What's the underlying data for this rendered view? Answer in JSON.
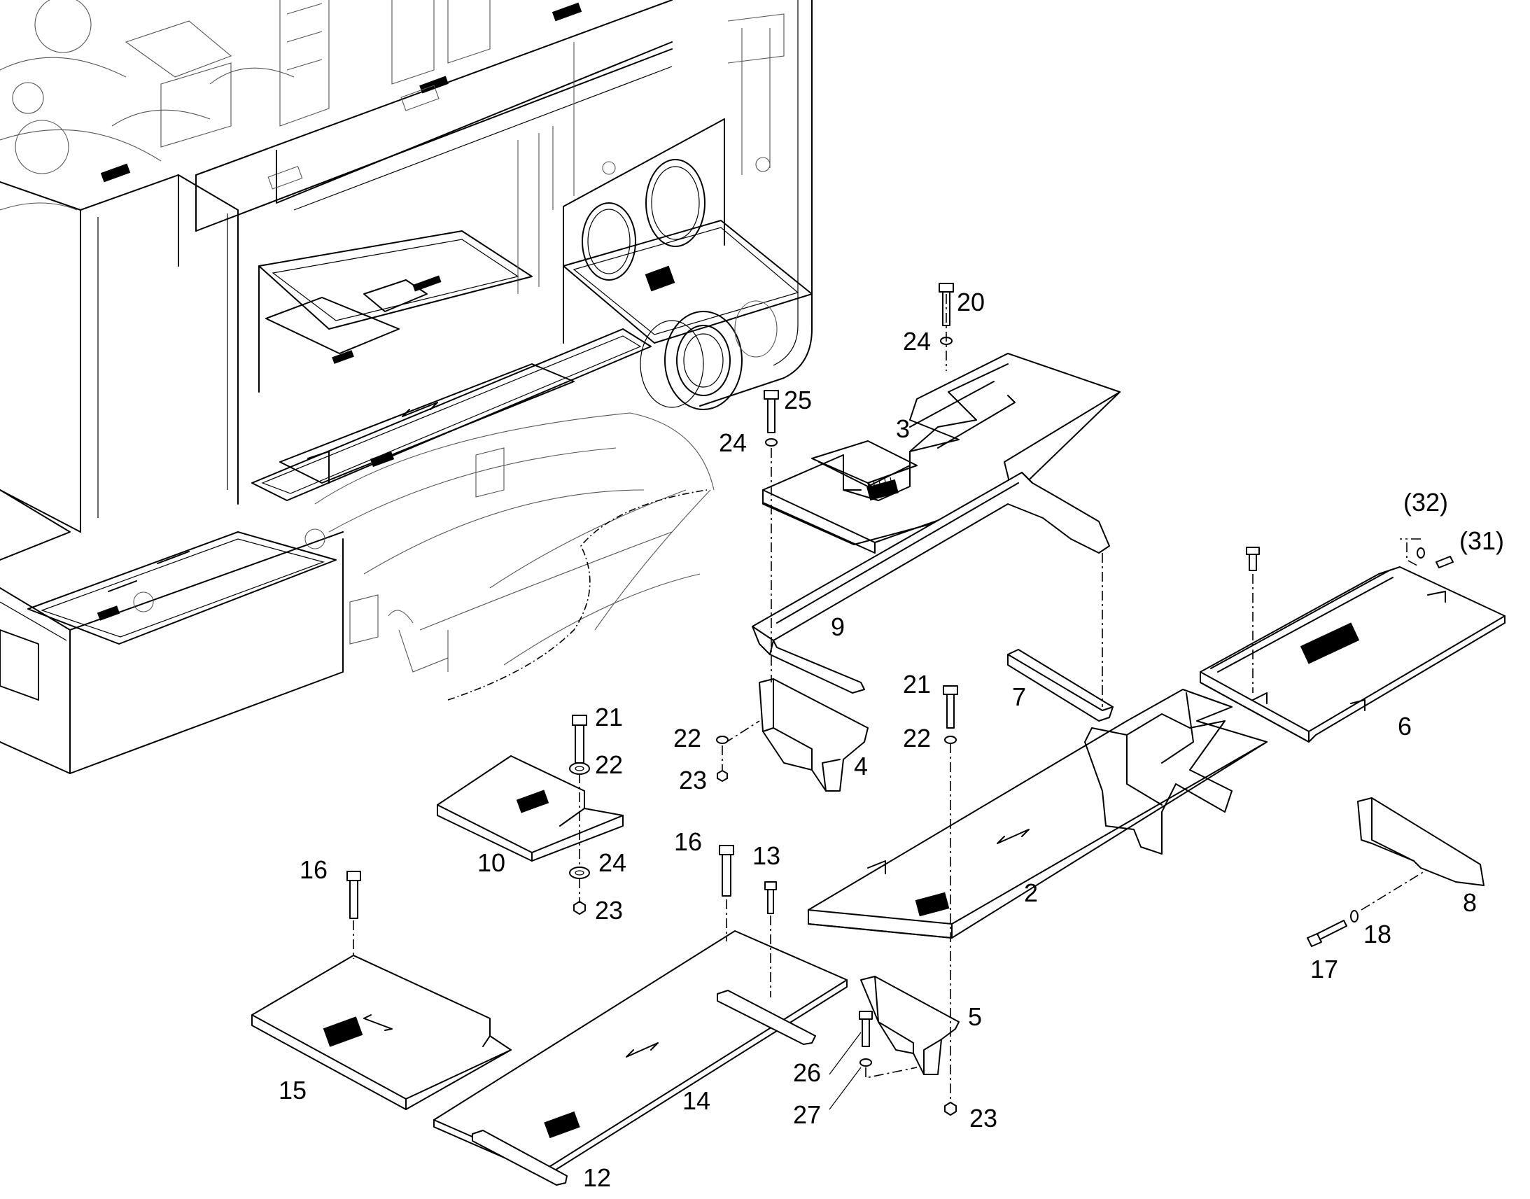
{
  "diagram": {
    "labels": [
      {
        "id": "2",
        "text": "2"
      },
      {
        "id": "3",
        "text": "3"
      },
      {
        "id": "4",
        "text": "4"
      },
      {
        "id": "5",
        "text": "5"
      },
      {
        "id": "6",
        "text": "6"
      },
      {
        "id": "7",
        "text": "7"
      },
      {
        "id": "8",
        "text": "8"
      },
      {
        "id": "9",
        "text": "9"
      },
      {
        "id": "10",
        "text": "10"
      },
      {
        "id": "12",
        "text": "12"
      },
      {
        "id": "13",
        "text": "13"
      },
      {
        "id": "14",
        "text": "14"
      },
      {
        "id": "15",
        "text": "15"
      },
      {
        "id": "16a",
        "text": "16"
      },
      {
        "id": "16b",
        "text": "16"
      },
      {
        "id": "17",
        "text": "17"
      },
      {
        "id": "18",
        "text": "18"
      },
      {
        "id": "20",
        "text": "20"
      },
      {
        "id": "21a",
        "text": "21"
      },
      {
        "id": "21b",
        "text": "21"
      },
      {
        "id": "22a",
        "text": "22"
      },
      {
        "id": "22b",
        "text": "22"
      },
      {
        "id": "22c",
        "text": "22"
      },
      {
        "id": "23a",
        "text": "23"
      },
      {
        "id": "23b",
        "text": "23"
      },
      {
        "id": "23c",
        "text": "23"
      },
      {
        "id": "24a",
        "text": "24"
      },
      {
        "id": "24b",
        "text": "24"
      },
      {
        "id": "24c",
        "text": "24"
      },
      {
        "id": "25",
        "text": "25"
      },
      {
        "id": "26",
        "text": "26"
      },
      {
        "id": "27",
        "text": "27"
      },
      {
        "id": "31",
        "text": "(31)"
      },
      {
        "id": "32",
        "text": "(32)"
      }
    ]
  }
}
